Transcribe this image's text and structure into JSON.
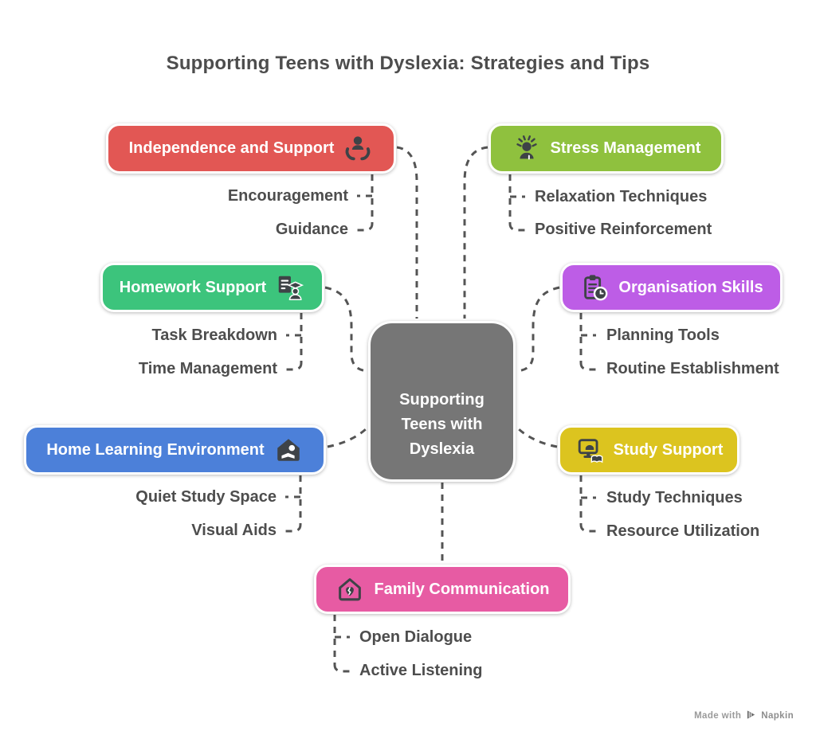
{
  "title": "Supporting Teens with Dyslexia: Strategies and Tips",
  "center": {
    "label": "Supporting Teens with Dyslexia"
  },
  "branches": [
    {
      "label": "Independence and Support",
      "color": "#E25754",
      "icon": "care-hands-icon",
      "items": [
        "Encouragement",
        "Guidance"
      ]
    },
    {
      "label": "Stress Management",
      "color": "#8FC13E",
      "icon": "stressed-person-icon",
      "items": [
        "Relaxation Techniques",
        "Positive Reinforcement"
      ]
    },
    {
      "label": "Homework Support",
      "color": "#3CC47C",
      "icon": "document-graduate-icon",
      "items": [
        "Task Breakdown",
        "Time Management"
      ]
    },
    {
      "label": "Organisation Skills",
      "color": "#BD5DE6",
      "icon": "clipboard-clock-icon",
      "items": [
        "Planning Tools",
        "Routine Establishment"
      ]
    },
    {
      "label": "Home Learning Environment",
      "color": "#4C80D9",
      "icon": "house-person-icon",
      "items": [
        "Quiet Study Space",
        "Visual Aids"
      ]
    },
    {
      "label": "Study Support",
      "color": "#DCC41F",
      "icon": "monitor-book-icon",
      "items": [
        "Study Techniques",
        "Resource Utilization"
      ]
    },
    {
      "label": "Family Communication",
      "color": "#E75BA3",
      "icon": "house-heart-icon",
      "items": [
        "Open Dialogue",
        "Active Listening"
      ]
    }
  ],
  "colors": {
    "connector": "#545454",
    "title_text": "#4D4D4D",
    "item_text": "#4D4D4D",
    "center_bg": "#767676"
  },
  "watermark": {
    "prefix": "Made with",
    "brand": "Napkin"
  }
}
